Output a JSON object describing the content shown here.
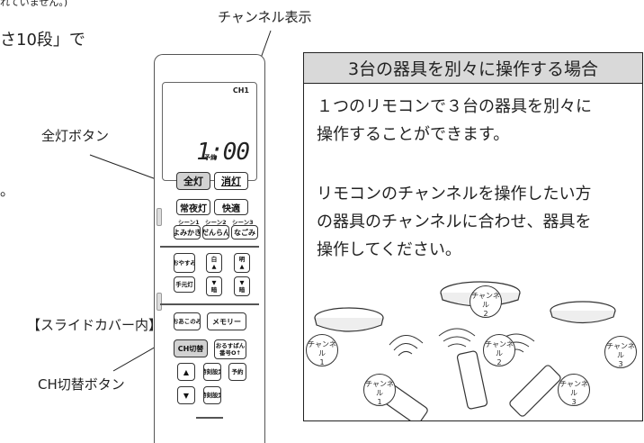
{
  "cut_text": {
    "top": "れていません。)",
    "line2": "さ10段」で",
    "dot": "。"
  },
  "labels": {
    "channel_display": "チャンネル表示",
    "all_light_button": "全灯ボタン",
    "slide_cover_inside": "【スライドカバー内】",
    "ch_switch_button": "CH切替ボタン"
  },
  "remote": {
    "lcd_channel": "CH1",
    "lcd_time_prefix": "予約",
    "lcd_time": "1:00",
    "buttons": {
      "all_light": "全灯",
      "off": "消灯",
      "night_light": "常夜灯",
      "comfort": "快適",
      "scene1_label": "シーン1",
      "scene2_label": "シーン2",
      "scene3_label": "シーン3",
      "scene1": "よみかき",
      "scene2": "だんらん",
      "scene3": "なごみ",
      "sleep": "おやすみ",
      "bright_up": "白",
      "bright_up_arrow": "▲",
      "color_up": "明",
      "color_up_arrow": "▲",
      "manual": "手元灯",
      "bright_down_arrow": "▼",
      "bright_down": "暗",
      "color_down_arrow": "▼",
      "color_down": "暗",
      "favorite": "おあこのみ",
      "memory": "メモリー",
      "ch_switch": "CH切替",
      "absence": "おるすばん",
      "absence2": "番号O↑",
      "up": "▲",
      "time_set": "時刻設定",
      "timer": "予約",
      "down": "▼",
      "time_set2": "時刻設定"
    }
  },
  "panel": {
    "title": "3台の器具を別々に操作する場合",
    "para1_line1": "１つのリモコンで３台の器具を別々に",
    "para1_line2": "操作することができます。",
    "para2_line1": "リモコンのチャンネルを操作したい方",
    "para2_line2": "の器具のチャンネルに合わせ、器具を",
    "para2_line3": "操作してください。",
    "bubbles": [
      {
        "text": "チャンネル",
        "num": "1"
      },
      {
        "text": "チャンネル",
        "num": "2"
      },
      {
        "text": "チャンネル",
        "num": "3"
      },
      {
        "text": "チャンネル",
        "num": "1"
      },
      {
        "text": "チャンネル",
        "num": "2"
      },
      {
        "text": "チャンネル",
        "num": "3"
      }
    ]
  }
}
